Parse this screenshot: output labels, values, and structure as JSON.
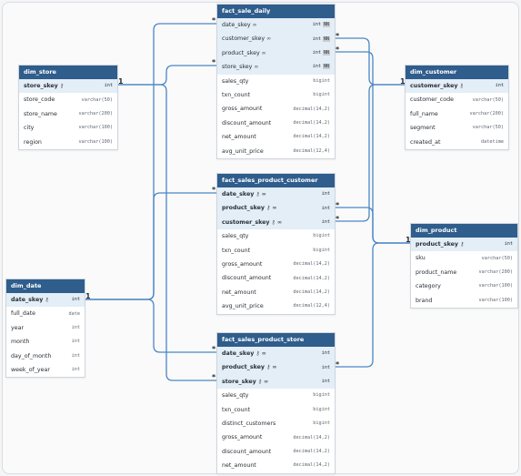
{
  "tables": {
    "fact_sale_daily": {
      "name": "fact_sale_daily",
      "columns": [
        {
          "name": "date_skey",
          "type": "int",
          "link": true,
          "nn": "NN"
        },
        {
          "name": "customer_skey",
          "type": "int",
          "link": true,
          "nn": "NN"
        },
        {
          "name": "product_skey",
          "type": "int",
          "link": true,
          "nn": "NN"
        },
        {
          "name": "store_skey",
          "type": "int",
          "link": true,
          "nn": "NN"
        },
        {
          "name": "sales_qty",
          "type": "bigint"
        },
        {
          "name": "txn_count",
          "type": "bigint"
        },
        {
          "name": "gross_amount",
          "type": "decimal(14,2)"
        },
        {
          "name": "discount_amount",
          "type": "decimal(14,2)"
        },
        {
          "name": "net_amount",
          "type": "decimal(14,2)"
        },
        {
          "name": "avg_unit_price",
          "type": "decimal(12,4)"
        }
      ]
    },
    "dim_store": {
      "name": "dim_store",
      "columns": [
        {
          "name": "store_skey",
          "type": "int",
          "key": true
        },
        {
          "name": "store_code",
          "type": "varchar(50)"
        },
        {
          "name": "store_name",
          "type": "varchar(200)"
        },
        {
          "name": "city",
          "type": "varchar(100)"
        },
        {
          "name": "region",
          "type": "varchar(100)"
        }
      ]
    },
    "dim_customer": {
      "name": "dim_customer",
      "columns": [
        {
          "name": "customer_skey",
          "type": "int",
          "key": true
        },
        {
          "name": "customer_code",
          "type": "varchar(50)"
        },
        {
          "name": "full_name",
          "type": "varchar(200)"
        },
        {
          "name": "segment",
          "type": "varchar(50)"
        },
        {
          "name": "created_at",
          "type": "datetime"
        }
      ]
    },
    "fact_sales_product_customer": {
      "name": "fact_sales_product_customer",
      "columns": [
        {
          "name": "date_skey",
          "type": "int",
          "key": true,
          "link": true
        },
        {
          "name": "product_skey",
          "type": "int",
          "key": true,
          "link": true
        },
        {
          "name": "customer_skey",
          "type": "int",
          "key": true,
          "link": true
        },
        {
          "name": "sales_qty",
          "type": "bigint"
        },
        {
          "name": "txn_count",
          "type": "bigint"
        },
        {
          "name": "gross_amount",
          "type": "decimal(14,2)"
        },
        {
          "name": "discount_amount",
          "type": "decimal(14,2)"
        },
        {
          "name": "net_amount",
          "type": "decimal(14,2)"
        },
        {
          "name": "avg_unit_price",
          "type": "decimal(12,4)"
        }
      ]
    },
    "dim_product": {
      "name": "dim_product",
      "columns": [
        {
          "name": "product_skey",
          "type": "int",
          "key": true
        },
        {
          "name": "sku",
          "type": "varchar(50)"
        },
        {
          "name": "product_name",
          "type": "varchar(200)"
        },
        {
          "name": "category",
          "type": "varchar(100)"
        },
        {
          "name": "brand",
          "type": "varchar(100)"
        }
      ]
    },
    "dim_date": {
      "name": "dim_date",
      "columns": [
        {
          "name": "date_skey",
          "type": "int",
          "key": true
        },
        {
          "name": "full_date",
          "type": "date"
        },
        {
          "name": "year",
          "type": "int"
        },
        {
          "name": "month",
          "type": "int"
        },
        {
          "name": "day_of_month",
          "type": "int"
        },
        {
          "name": "week_of_year",
          "type": "int"
        }
      ]
    },
    "fact_sales_product_store": {
      "name": "fact_sales_product_store",
      "columns": [
        {
          "name": "date_skey",
          "type": "int",
          "key": true,
          "link": true
        },
        {
          "name": "product_skey",
          "type": "int",
          "key": true,
          "link": true
        },
        {
          "name": "store_skey",
          "type": "int",
          "key": true,
          "link": true
        },
        {
          "name": "sales_qty",
          "type": "bigint"
        },
        {
          "name": "txn_count",
          "type": "bigint"
        },
        {
          "name": "distinct_customers",
          "type": "bigint"
        },
        {
          "name": "gross_amount",
          "type": "decimal(14,2)"
        },
        {
          "name": "discount_amount",
          "type": "decimal(14,2)"
        },
        {
          "name": "net_amount",
          "type": "decimal(14,2)"
        }
      ]
    }
  },
  "relationships": [
    {
      "from": "fact_sale_daily.date_skey",
      "to": "dim_date.date_skey",
      "many": "*",
      "one": "1"
    },
    {
      "from": "fact_sale_daily.customer_skey",
      "to": "dim_customer.customer_skey",
      "many": "*",
      "one": "1"
    },
    {
      "from": "fact_sale_daily.product_skey",
      "to": "dim_product.product_skey",
      "many": "*",
      "one": "1"
    },
    {
      "from": "fact_sale_daily.store_skey",
      "to": "dim_store.store_skey",
      "many": "*",
      "one": "1"
    },
    {
      "from": "fact_sales_product_customer.date_skey",
      "to": "dim_date.date_skey",
      "many": "*",
      "one": "1"
    },
    {
      "from": "fact_sales_product_customer.product_skey",
      "to": "dim_product.product_skey",
      "many": "*",
      "one": "1"
    },
    {
      "from": "fact_sales_product_customer.customer_skey",
      "to": "dim_customer.customer_skey",
      "many": "*",
      "one": "1"
    },
    {
      "from": "fact_sales_product_store.date_skey",
      "to": "dim_date.date_skey",
      "many": "*",
      "one": "1"
    },
    {
      "from": "fact_sales_product_store.product_skey",
      "to": "dim_product.product_skey",
      "many": "*",
      "one": "1"
    },
    {
      "from": "fact_sales_product_store.store_skey",
      "to": "dim_store.store_skey",
      "many": "*",
      "one": "1"
    }
  ],
  "icons": {
    "key": "key-icon",
    "link": "link-icon"
  },
  "colors": {
    "header": "#2f5d8c",
    "key_row": "#e3eef7",
    "line": "#4a86c5"
  }
}
